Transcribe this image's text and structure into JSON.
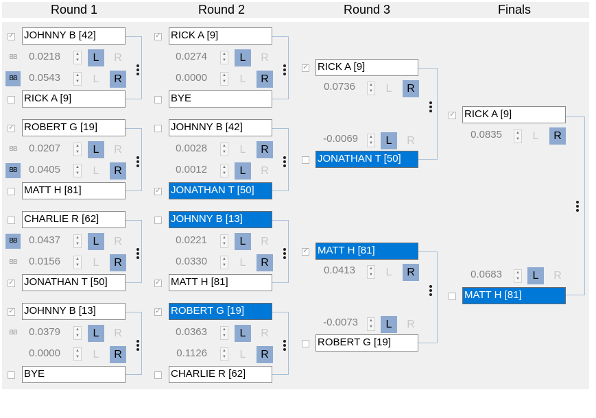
{
  "headers": [
    "Round 1",
    "Round 2",
    "Round 3",
    "Finals"
  ],
  "colors": {
    "accent": "#0078d7",
    "button_active": "#8eaad0",
    "line": "#a8bfd8",
    "panel": "#f0f0f0"
  },
  "round1": [
    {
      "top": {
        "name": "JOHNNY B [42]",
        "checked": true,
        "selected": false
      },
      "bottom": {
        "name": "RICK A [9]",
        "checked": false,
        "selected": false
      },
      "rows": [
        {
          "bb": "BB",
          "bb_active": false,
          "value": "0.0218",
          "active": "L"
        },
        {
          "bb": "BB",
          "bb_active": true,
          "value": "0.0543",
          "active": "R"
        }
      ]
    },
    {
      "top": {
        "name": "ROBERT G [19]",
        "checked": true,
        "selected": false
      },
      "bottom": {
        "name": "MATT H [81]",
        "checked": false,
        "selected": false
      },
      "rows": [
        {
          "bb": "BB",
          "bb_active": false,
          "value": "0.0207",
          "active": "L"
        },
        {
          "bb": "BB",
          "bb_active": true,
          "value": "0.0405",
          "active": "R"
        }
      ]
    },
    {
      "top": {
        "name": "CHARLIE R [62]",
        "checked": false,
        "selected": false
      },
      "bottom": {
        "name": "JONATHAN T [50]",
        "checked": true,
        "selected": false
      },
      "rows": [
        {
          "bb": "BB",
          "bb_active": true,
          "value": "0.0437",
          "active": "L"
        },
        {
          "bb": "BB",
          "bb_active": false,
          "value": "0.0156",
          "active": "R"
        }
      ]
    },
    {
      "top": {
        "name": "JOHNNY B [13]",
        "checked": true,
        "selected": false
      },
      "bottom": {
        "name": "BYE",
        "checked": false,
        "selected": false
      },
      "rows": [
        {
          "bb": "BB",
          "bb_active": false,
          "value": "0.0379",
          "active": "L"
        },
        {
          "bb": "",
          "bb_active": false,
          "value": "0.0000",
          "active": "R"
        }
      ]
    }
  ],
  "round2": [
    {
      "top": {
        "name": "RICK A [9]",
        "checked": true,
        "selected": false
      },
      "bottom": {
        "name": "BYE",
        "checked": false,
        "selected": false
      },
      "rows": [
        {
          "value": "0.0274",
          "active": "L"
        },
        {
          "value": "0.0000",
          "active": "R"
        }
      ]
    },
    {
      "top": {
        "name": "JOHNNY B [42]",
        "checked": false,
        "selected": false
      },
      "bottom": {
        "name": "JONATHAN T [50]",
        "checked": true,
        "selected": true
      },
      "rows": [
        {
          "value": "0.0028",
          "active": "R"
        },
        {
          "value": "0.0012",
          "active": "L"
        }
      ]
    },
    {
      "top": {
        "name": "JOHNNY B [13]",
        "checked": false,
        "selected": true
      },
      "bottom": {
        "name": "MATT H [81]",
        "checked": true,
        "selected": false
      },
      "rows": [
        {
          "value": "0.0221",
          "active": "L"
        },
        {
          "value": "0.0330",
          "active": "R"
        }
      ]
    },
    {
      "top": {
        "name": "ROBERT G [19]",
        "checked": true,
        "selected": true
      },
      "bottom": {
        "name": "CHARLIE R [62]",
        "checked": false,
        "selected": false
      },
      "rows": [
        {
          "value": "0.0363",
          "active": "L"
        },
        {
          "value": "0.1126",
          "active": "R"
        }
      ]
    }
  ],
  "round3": [
    {
      "top": {
        "name": "RICK A [9]",
        "checked": true,
        "selected": false
      },
      "top_value": "0.0736",
      "top_active": "R",
      "bottom": {
        "name": "JONATHAN T [50]",
        "checked": false,
        "selected": true
      },
      "bottom_value": "-0.0069",
      "bottom_active": "L"
    },
    {
      "top": {
        "name": "MATT H [81]",
        "checked": true,
        "selected": true
      },
      "top_value": "0.0413",
      "top_active": "R",
      "bottom": {
        "name": "ROBERT G [19]",
        "checked": false,
        "selected": false
      },
      "bottom_value": "-0.0073",
      "bottom_active": "L"
    }
  ],
  "finals": {
    "top": {
      "name": "RICK A [9]",
      "checked": true,
      "selected": false
    },
    "top_value": "0.0835",
    "top_active": "R",
    "bottom": {
      "name": "MATT H [81]",
      "checked": false,
      "selected": true
    },
    "bottom_value": "0.0683",
    "bottom_active": "L"
  },
  "labels": {
    "left": "L",
    "right": "R"
  }
}
